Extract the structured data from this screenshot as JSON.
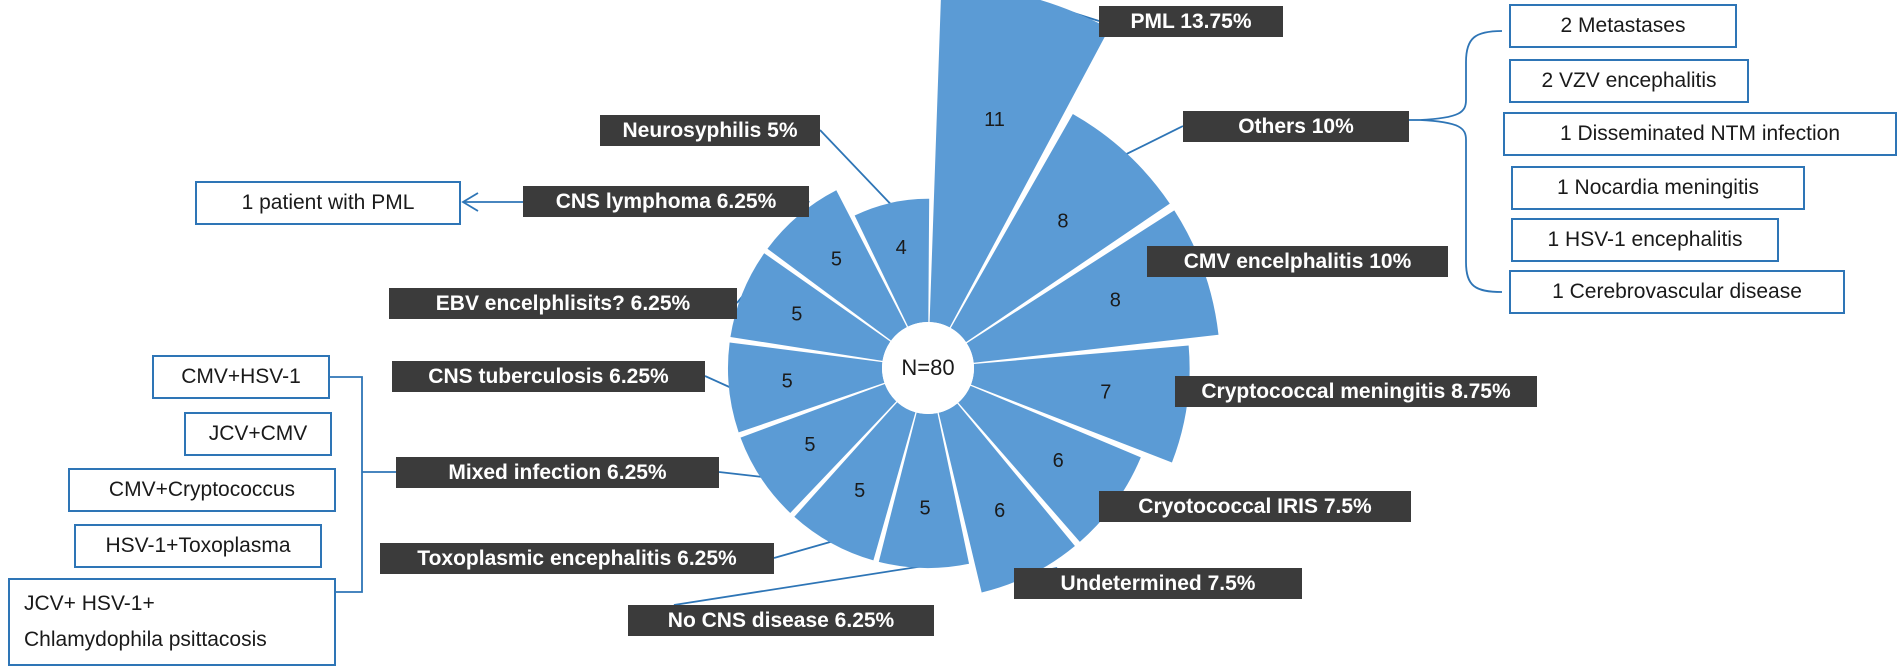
{
  "chart_data": {
    "type": "polar-bar",
    "center_label": "N=80",
    "segments": [
      {
        "label": "PML 13.75%",
        "value": 11
      },
      {
        "label": "Others 10%",
        "value": 8
      },
      {
        "label": "CMV encelphalitis 10%",
        "value": 8
      },
      {
        "label": "Cryptococcal meningitis 8.75%",
        "value": 7
      },
      {
        "label": "Cryotococcal IRIS 7.5%",
        "value": 6
      },
      {
        "label": "Undetermined 7.5%",
        "value": 6
      },
      {
        "label": "No CNS disease 6.25%",
        "value": 5
      },
      {
        "label": "Toxoplasmic encephalitis 6.25%",
        "value": 5
      },
      {
        "label": "Mixed infection 6.25%",
        "value": 5
      },
      {
        "label": "CNS tuberculosis 6.25%",
        "value": 5
      },
      {
        "label": "EBV encelphlisits? 6.25%",
        "value": 5
      },
      {
        "label": "CNS lymphoma 6.25%",
        "value": 5
      },
      {
        "label": "Neurosyphilis 5%",
        "value": 4
      }
    ],
    "annotations": {
      "others_breakdown": [
        "2 Metastases",
        "2 VZV encephalitis",
        "1 Disseminated NTM infection",
        "1 Nocardia meningitis",
        "1 HSV-1 encephalitis",
        "1 Cerebrovascular disease"
      ],
      "mixed_breakdown": [
        "CMV+HSV-1",
        "JCV+CMV",
        "CMV+Cryptococcus",
        "HSV-1+Toxoplasma",
        [
          "JCV+ HSV-1+",
          "Chlamydophila psittacosis"
        ]
      ],
      "lymphoma_note": "1 patient with PML"
    },
    "colors": {
      "bar_fill": "#5b9bd5",
      "leader_line": "#2e75b6",
      "label_bg": "#3b3b3b",
      "label_text": "#ffffff",
      "box_border": "#2e75b6"
    }
  }
}
